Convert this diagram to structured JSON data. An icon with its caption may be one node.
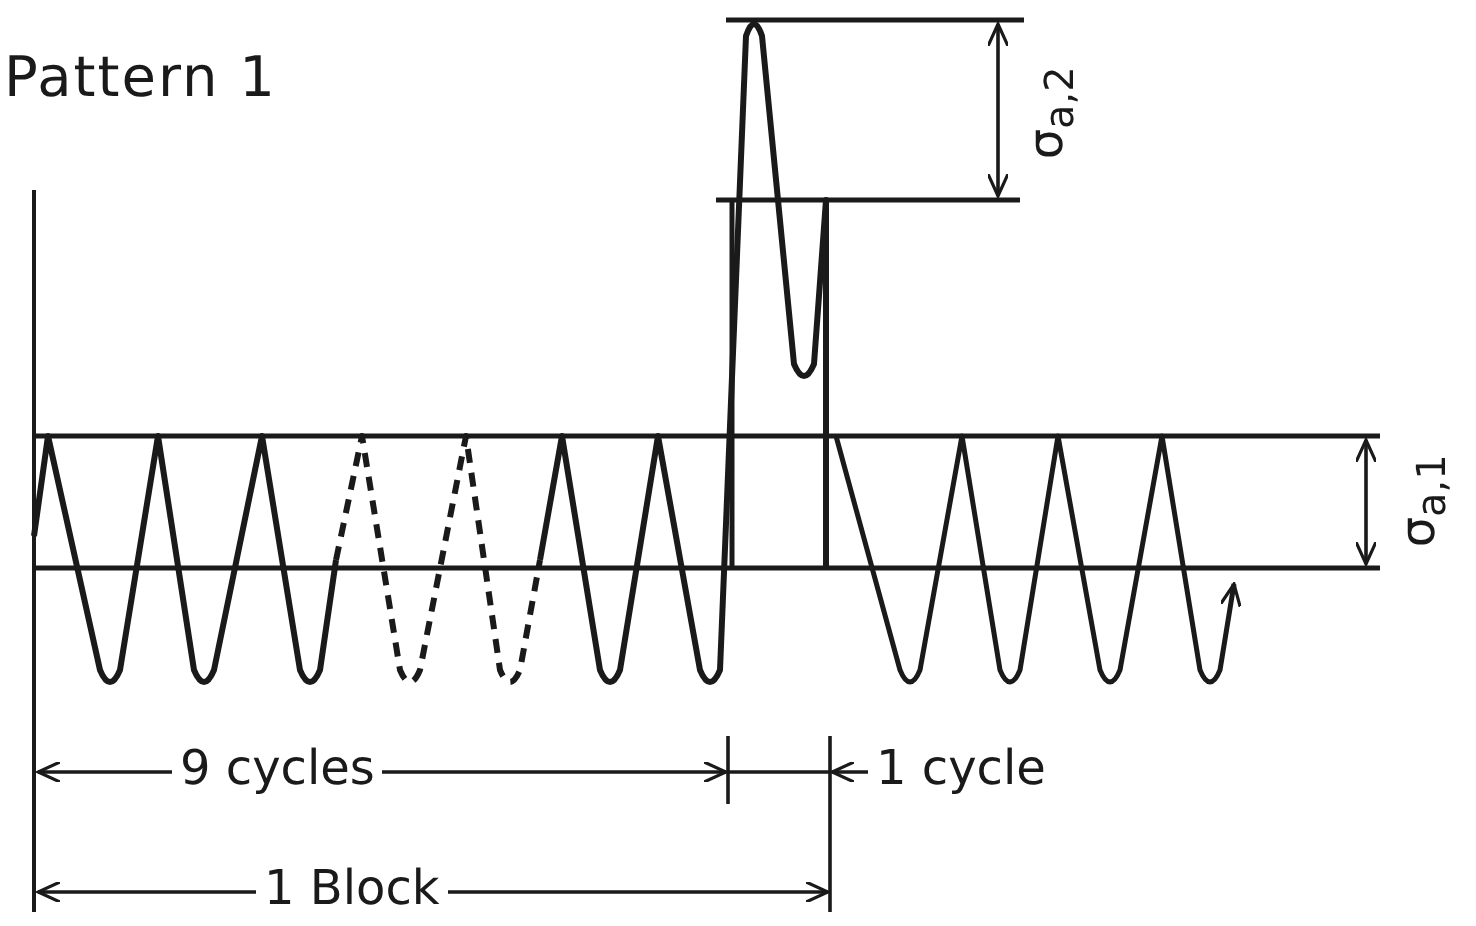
{
  "diagram": {
    "title": "Pattern 1",
    "labels": [
      "σ$_{a,2}$",
      "σ$_{a,1}$",
      "9 cycles",
      "1 cycle",
      "1 Block"
    ]
  }
}
